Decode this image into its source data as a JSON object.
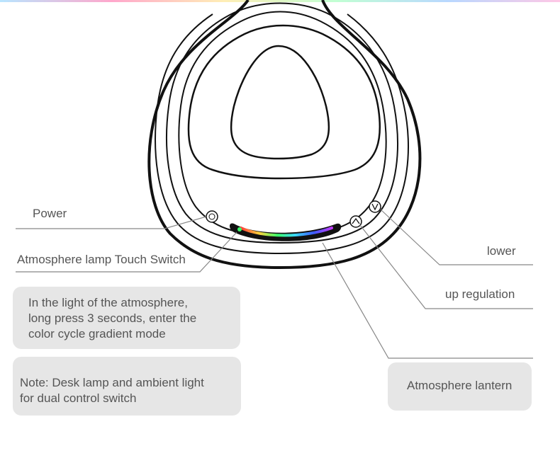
{
  "labels": {
    "power": "Power",
    "touch_switch": "Atmosphere lamp Touch Switch",
    "lower": "lower",
    "up_regulation": "up regulation"
  },
  "info_box": {
    "lines": [
      "In the light of the atmosphere,",
      "long press 3 seconds, enter the",
      "color cycle gradient mode"
    ]
  },
  "note_box": {
    "lines": [
      "Note: Desk lamp and ambient light",
      "for dual control switch"
    ]
  },
  "lantern_box": {
    "label": "Atmosphere lantern"
  },
  "colors": {
    "outline": "#111111",
    "leader_line": "#888888",
    "box_bg": "#e6e6e6",
    "text": "#555555",
    "light_bar": [
      "#ff3b3b",
      "#ffd23b",
      "#3bff6a",
      "#3bd8ff",
      "#3b5bff",
      "#c23bff"
    ]
  },
  "icons": [
    "power-icon",
    "up-arrow-icon",
    "down-arrow-icon"
  ]
}
